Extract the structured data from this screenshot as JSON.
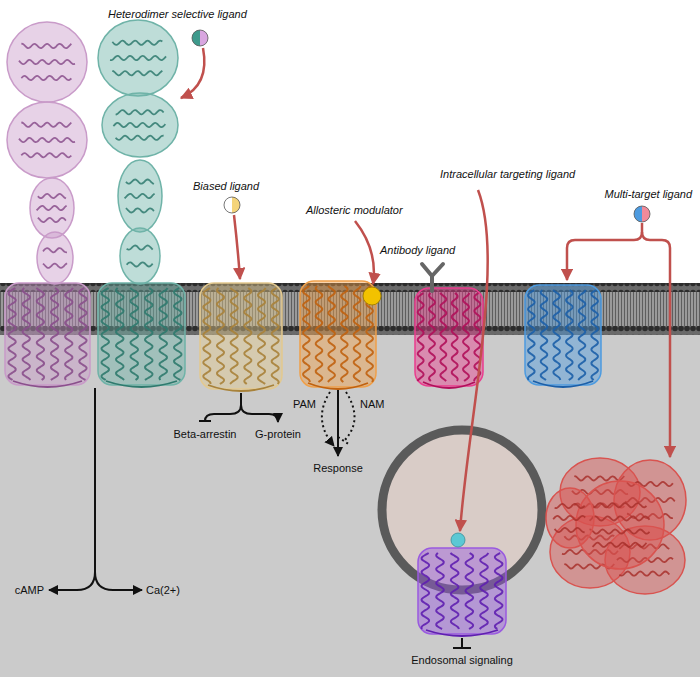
{
  "diagram": {
    "labels": [
      "Heterodimer selective ligand",
      "Biased ligand",
      "Allosteric modulator",
      "Intracellular targeting ligand",
      "Antibody ligand",
      "Multi-target ligand",
      "cAMP",
      "Ca(2+)",
      "Beta-arrestin",
      "G-protein",
      "PAM",
      "NAM",
      "Response",
      "Endosomal signaling"
    ]
  }
}
